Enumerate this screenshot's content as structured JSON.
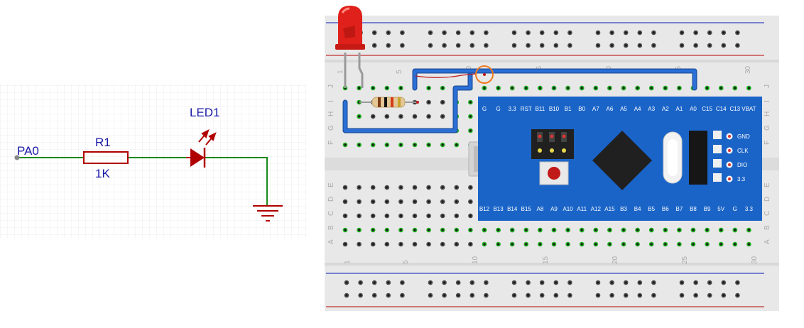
{
  "schematic": {
    "net_label": "PA0",
    "resistor": {
      "ref": "R1",
      "value": "1K"
    },
    "led": {
      "ref": "LED1"
    },
    "colors": {
      "wire": "#1b8a1b",
      "part": "#b00000",
      "text": "#1a1aa8"
    }
  },
  "breadboard": {
    "column_numbers": [
      "1",
      "5",
      "10",
      "15",
      "20",
      "25",
      "30"
    ],
    "row_letters_top": [
      "J",
      "I",
      "H",
      "G",
      "F"
    ],
    "row_letters_bottom": [
      "E",
      "D",
      "C",
      "B",
      "A"
    ],
    "board": {
      "top_pins": [
        "G",
        "G",
        "3.3",
        "RST",
        "B11",
        "B10",
        "B1",
        "B0",
        "A7",
        "A6",
        "A5",
        "A4",
        "A3",
        "A2",
        "A1",
        "A0",
        "C15",
        "C14",
        "C13",
        "VBAT"
      ],
      "bottom_pins": [
        "B12",
        "B13",
        "B14",
        "B15",
        "A8",
        "A9",
        "A10",
        "A11",
        "A12",
        "A15",
        "B3",
        "B4",
        "B5",
        "B6",
        "B7",
        "B8",
        "B9",
        "5V",
        "G",
        "3.3"
      ],
      "swd_pins": [
        "GND",
        "CLK",
        "DIO",
        "3.3"
      ]
    },
    "colors": {
      "board": "#1a64c8",
      "wire": "#2a6fd6",
      "led": "#e0201a",
      "highlight": "#f07a20"
    }
  }
}
